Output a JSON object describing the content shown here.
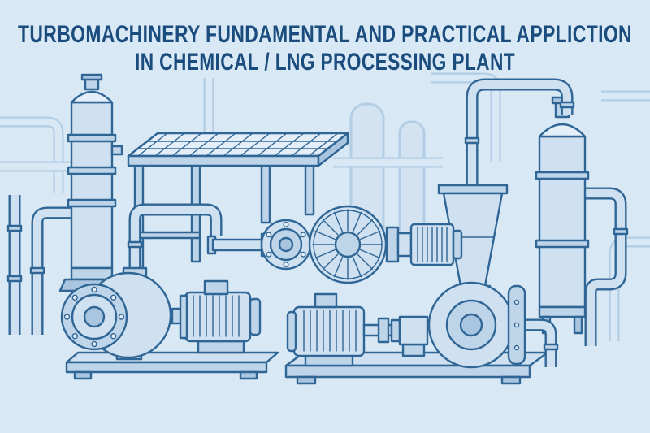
{
  "title": {
    "line1": "TURBOMACHINERY FUNDAMENTAL AND PRACTICAL APPLICTION",
    "line2": "IN CHEMICAL / LNG PROCESSING PLANT"
  },
  "illustration": {
    "description": "Blue line-art illustration of rotating equipment and vessels in a chemical / LNG processing plant",
    "elements": [
      {
        "name": "left-column-vessel",
        "label": "distillation column with flanged sections"
      },
      {
        "name": "elevated-platform",
        "label": "steel platform with grating deck"
      },
      {
        "name": "turbine-rotor-assembly",
        "label": "turbine rotor with coupling flange and finned impeller"
      },
      {
        "name": "left-pump-set",
        "label": "centrifugal pump with bolted flange face and ribbed motor on baseplate"
      },
      {
        "name": "right-pump-train",
        "label": "motor driven pump train with vertical inlet cone"
      },
      {
        "name": "right-column-vessel",
        "label": "process column with domed top"
      },
      {
        "name": "piping",
        "label": "interconnecting process piping with flanges"
      }
    ]
  },
  "colors": {
    "background": "#d9e8f5",
    "title_text": "#1a4c7e",
    "line_dark": "#2f6695",
    "line_light": "#b3cde5",
    "fill_light": "#cfe0f0",
    "fill_mid": "#bed4e9",
    "fill_deep": "#a9c5e0",
    "fill_white": "#e4eef8",
    "silhouette_fill": "#d3e3f1"
  }
}
